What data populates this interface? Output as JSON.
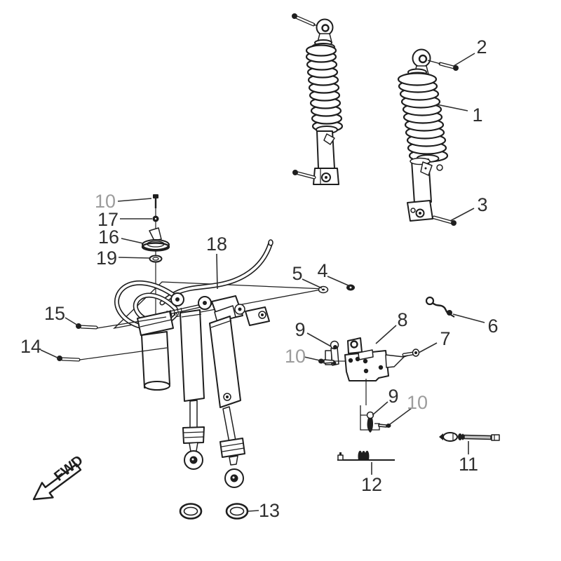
{
  "colors": {
    "background": "#ffffff",
    "line": "#1e1e1e",
    "callout": "#2f2f2f",
    "callout_muted": "#9c9c9c"
  },
  "fwd_arrow": {
    "label": "FWD"
  },
  "callouts": [
    {
      "text": "1",
      "color": "#2f2f2f"
    },
    {
      "text": "2",
      "color": "#2f2f2f"
    },
    {
      "text": "3",
      "color": "#2f2f2f"
    },
    {
      "text": "4",
      "color": "#2f2f2f"
    },
    {
      "text": "5",
      "color": "#2f2f2f"
    },
    {
      "text": "6",
      "color": "#2f2f2f"
    },
    {
      "text": "7",
      "color": "#2f2f2f"
    },
    {
      "text": "8",
      "color": "#2f2f2f"
    },
    {
      "text": "9",
      "color": "#2f2f2f"
    },
    {
      "text": "10",
      "color": "#9c9c9c"
    },
    {
      "text": "9",
      "color": "#2f2f2f"
    },
    {
      "text": "10",
      "color": "#9c9c9c"
    },
    {
      "text": "10",
      "color": "#9c9c9c"
    },
    {
      "text": "17",
      "color": "#2f2f2f"
    },
    {
      "text": "16",
      "color": "#2f2f2f"
    },
    {
      "text": "19",
      "color": "#2f2f2f"
    },
    {
      "text": "18",
      "color": "#2f2f2f"
    },
    {
      "text": "15",
      "color": "#2f2f2f"
    },
    {
      "text": "14",
      "color": "#2f2f2f"
    },
    {
      "text": "11",
      "color": "#2f2f2f"
    },
    {
      "text": "12",
      "color": "#2f2f2f"
    },
    {
      "text": "13",
      "color": "#2f2f2f"
    }
  ]
}
